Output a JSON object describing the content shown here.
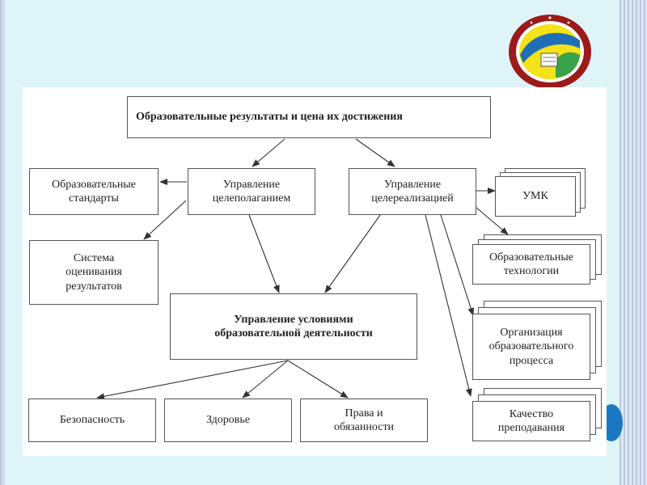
{
  "diagram": {
    "top": "Образовательные результаты и цена их достижения",
    "standards": "Образовательные\nстандарты",
    "goal_setting": "Управление\nцелеполаганием",
    "goal_realization": "Управление\nцелереализацией",
    "assessment": "Система\nоценивания\nрезультатов",
    "conditions": "Управление условиями\nобразовательной деятельности",
    "safety": "Безопасность",
    "health": "Здоровье",
    "rights": "Права и\nобязанности",
    "umk": "УМК",
    "technologies": "Образовательные\nтехнологии",
    "organization": "Организация\nобразовательного\nпроцесса",
    "quality": "Качество\nпреподавания"
  },
  "colors": {
    "slide_bg": "#dff4f8",
    "panel_bg": "#ffffff",
    "box_border": "#555555",
    "arrow": "#333333",
    "accent_circle": "#1a78c2"
  },
  "logo": {
    "icon": "school-emblem-icon"
  }
}
